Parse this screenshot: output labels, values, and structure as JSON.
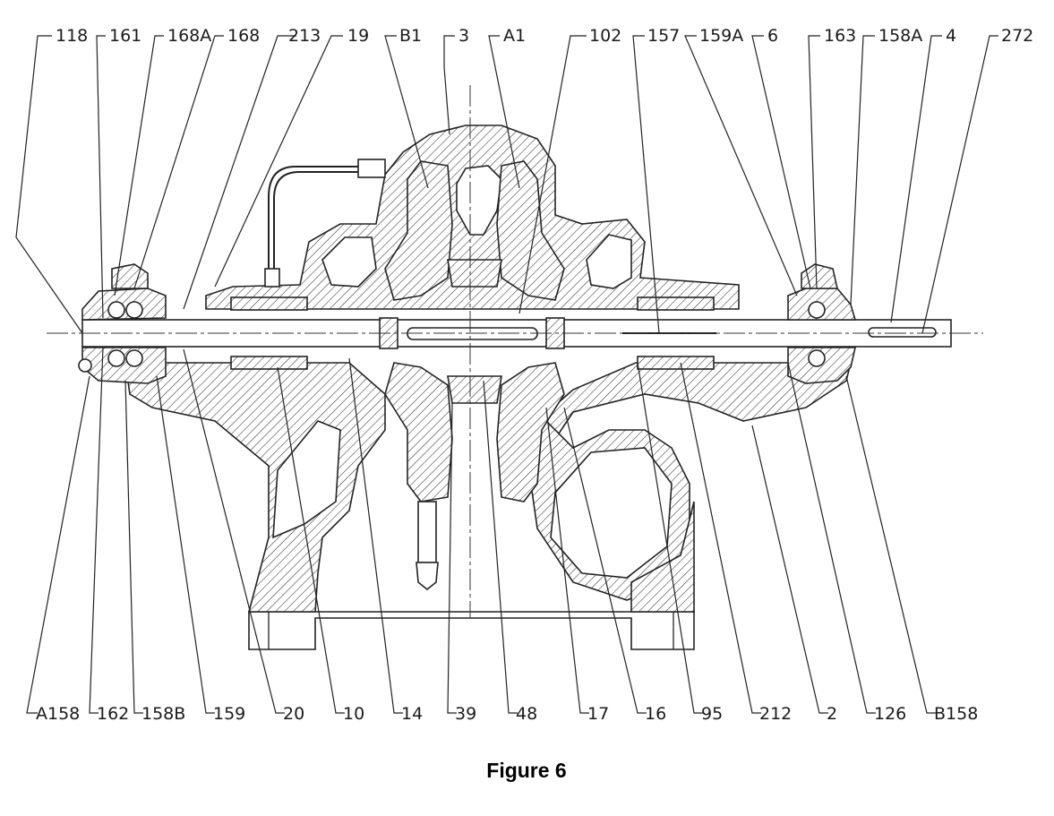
{
  "figure": {
    "caption": "Figure 6",
    "top_labels": [
      "118",
      "161",
      "168A",
      "168",
      "213",
      "19",
      "B1",
      "3",
      "A1",
      "102",
      "157",
      "159A",
      "6",
      "163",
      "158A",
      "4",
      "272"
    ],
    "bottom_labels": [
      "A158",
      "162",
      "158B",
      "159",
      "20",
      "10",
      "14",
      "39",
      "48",
      "17",
      "16",
      "95",
      "212",
      "2",
      "126",
      "B158"
    ]
  },
  "colors": {
    "line": "#222222",
    "background": "#ffffff"
  }
}
